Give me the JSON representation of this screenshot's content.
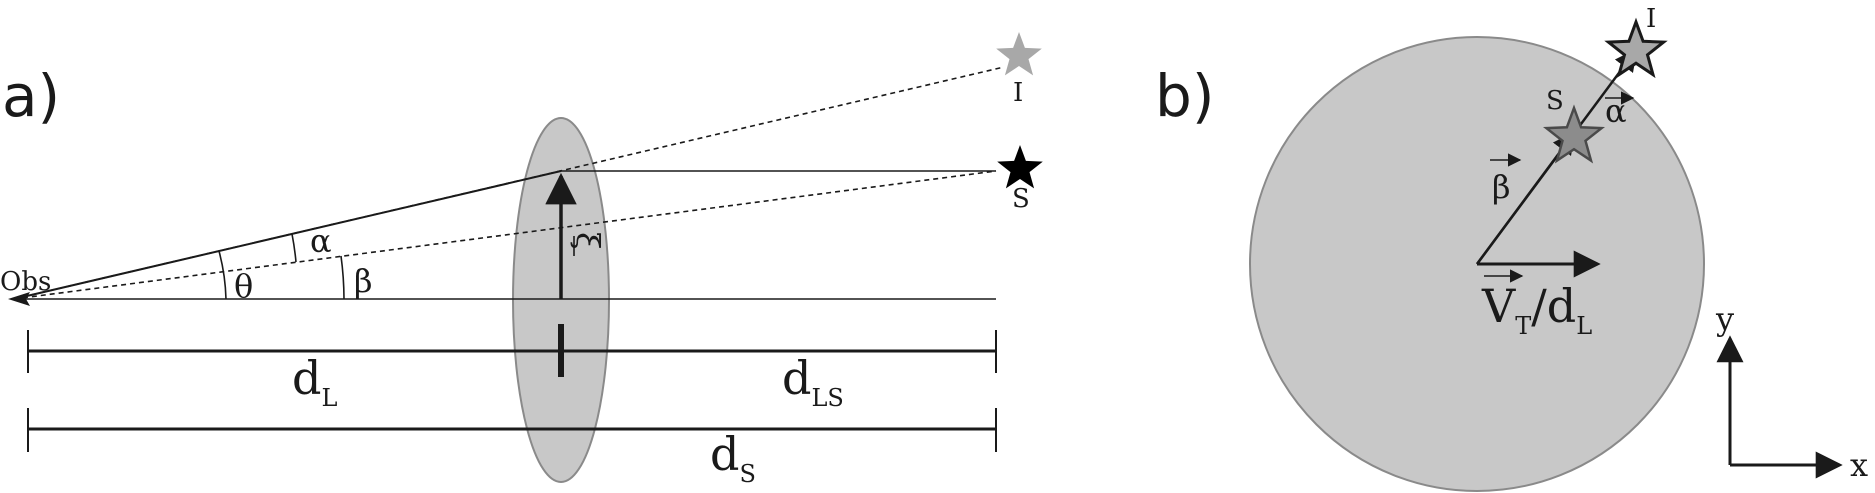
{
  "panels": {
    "a": {
      "label": "a)",
      "observer": "Obs",
      "star_image": "I",
      "star_source": "S",
      "angle_alpha": "α",
      "angle_theta": "θ",
      "angle_beta": "β",
      "vector_xi": "ξ",
      "distance_dL": {
        "main": "d",
        "sub": "L"
      },
      "distance_dLS": {
        "main": "d",
        "sub": "LS"
      },
      "distance_dS": {
        "main": "d",
        "sub": "S"
      }
    },
    "b": {
      "label": "b)",
      "star_image": "I",
      "star_source": "S",
      "vector_beta": "β",
      "vector_alpha": "α",
      "velocity": {
        "main": "V",
        "sub1": "T",
        "slash": "/d",
        "sub2": "L"
      },
      "axis_x": "x",
      "axis_y": "y"
    }
  },
  "colors": {
    "lens_fill": "#c8c8c8",
    "image_star": "#a8a8a8",
    "source_star": "#000000",
    "line": "#1a1a1a"
  }
}
